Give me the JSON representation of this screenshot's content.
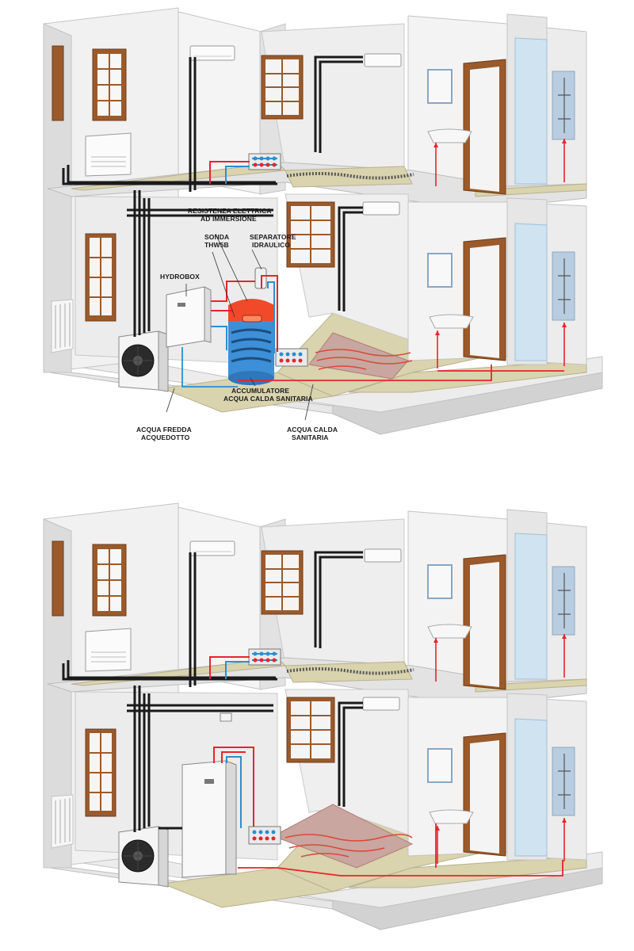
{
  "top_labels": {
    "resistenza_line1": "RESISTENZA ELETTRICA",
    "resistenza_line2": "AD IMMERSIONE",
    "sonda_line1": "SONDA",
    "sonda_line2": "THW5B",
    "separatore_line1": "SEPARATORE",
    "separatore_line2": "IDRAULICO",
    "hydrobox": "HYDROBOX",
    "accumulatore_line1": "ACCUMULATORE",
    "accumulatore_line2": "ACQUA CALDA SANITARIA",
    "acqua_fredda_line1": "ACQUA FREDDA",
    "acqua_fredda_line2": "ACQUEDOTTO",
    "acqua_calda_line1": "ACQUA CALDA",
    "acqua_calda_line2": "SANITARIA"
  },
  "colors": {
    "wall": "#f1f1f1",
    "wall_shadow": "#d7d7d7",
    "floor": "#d9d3ae",
    "floor_edge": "#b8b190",
    "hot_pipe": "#e8242b",
    "cold_pipe": "#2a8fd0",
    "ref_pipe": "#1a1a1a",
    "wood": "#9a5a2c",
    "glass": "#cfe3f1",
    "tank_hot": "#f04a2a",
    "tank_cold": "#3d8fd8"
  }
}
